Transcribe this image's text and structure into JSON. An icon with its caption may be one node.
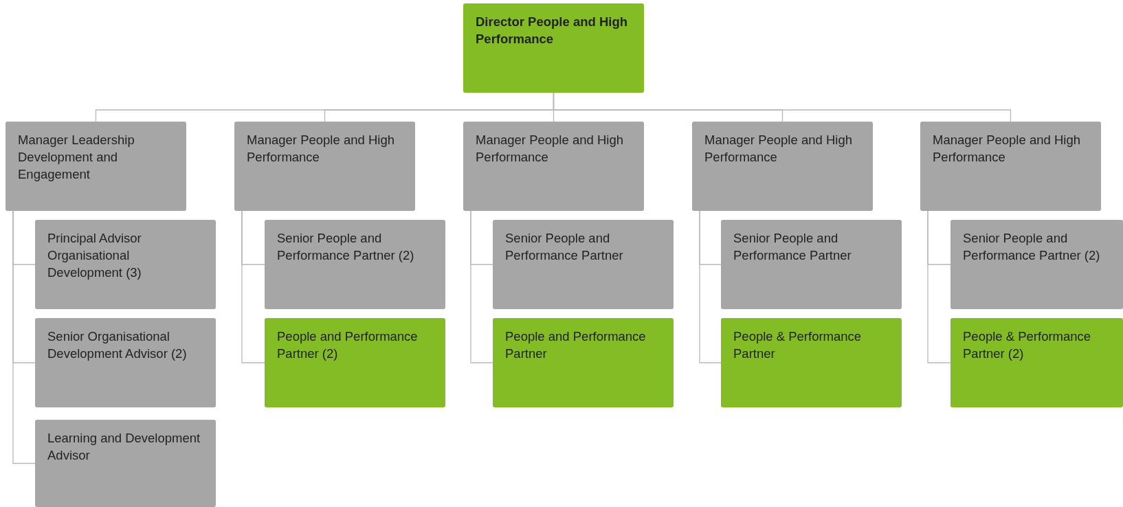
{
  "diagram": {
    "nodes": [
      {
        "text": [
          "Director People and High Performance"
        ]
      },
      {
        "text": [
          "Manager Leadership Development and Engagement"
        ]
      },
      {
        "text": [
          "Manager People and High Performance"
        ]
      },
      {
        "text": [
          "Manager People and High Performance"
        ]
      },
      {
        "text": [
          "Manager People and High Performance"
        ]
      },
      {
        "text": [
          "Manager People and High Performance"
        ]
      },
      {
        "text": [
          "Principal Advisor Organisational Development (3)"
        ]
      },
      {
        "text": [
          "Senior Organisational Development Advisor (2)"
        ]
      },
      {
        "text": [
          "Learning and Development Advisor"
        ]
      },
      {
        "text": [
          "Senior People and Performance Partner (2)"
        ]
      },
      {
        "text": [
          "People and Performance Partner (2)"
        ]
      },
      {
        "text": [
          "Senior People and Performance Partner"
        ]
      },
      {
        "text": [
          "People and Performance Partner"
        ]
      },
      {
        "text": [
          "Senior People and Performance Partner"
        ]
      },
      {
        "text": [
          "People & Performance Partner"
        ]
      },
      {
        "text": [
          "Senior People and Performance Partner (2)"
        ]
      },
      {
        "text": [
          "People & Performance Partner (2)"
        ]
      }
    ],
    "edges": [
      {
        "from": 0,
        "to": 1,
        "arrow": "none"
      },
      {
        "from": 0,
        "to": 2,
        "arrow": "none"
      },
      {
        "from": 0,
        "to": 3,
        "arrow": "none"
      },
      {
        "from": 0,
        "to": 4,
        "arrow": "none"
      },
      {
        "from": 0,
        "to": 5,
        "arrow": "none"
      },
      {
        "from": 1,
        "to": 6,
        "arrow": "none"
      },
      {
        "from": 1,
        "to": 7,
        "arrow": "none"
      },
      {
        "from": 1,
        "to": 8,
        "arrow": "none"
      },
      {
        "from": 2,
        "to": 9,
        "arrow": "none"
      },
      {
        "from": 2,
        "to": 10,
        "arrow": "none"
      },
      {
        "from": 3,
        "to": 11,
        "arrow": "none"
      },
      {
        "from": 3,
        "to": 12,
        "arrow": "none"
      },
      {
        "from": 4,
        "to": 13,
        "arrow": "none"
      },
      {
        "from": 4,
        "to": 14,
        "arrow": "none"
      },
      {
        "from": 5,
        "to": 15,
        "arrow": "none"
      },
      {
        "from": 5,
        "to": 16,
        "arrow": "none"
      }
    ]
  }
}
